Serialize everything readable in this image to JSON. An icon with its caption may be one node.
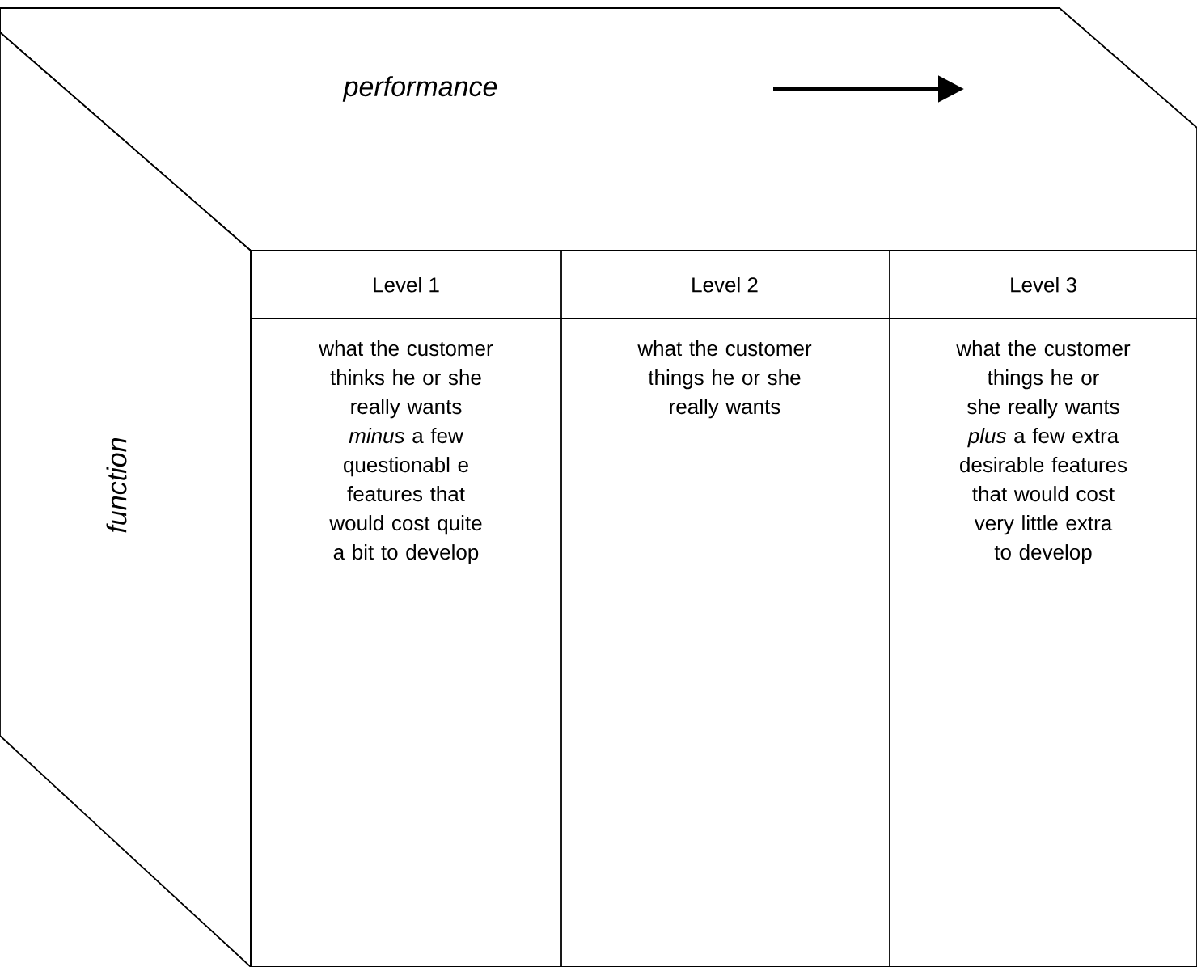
{
  "diagram": {
    "nodes": [
      {
        "text": [
          "performance"
        ]
      },
      {
        "text": [
          "function"
        ]
      }
    ],
    "labels": [
      "Level 1",
      "Level 2",
      "Level 3",
      "what the customer thinks he or she really wants *minus* a few questionabl e features that would cost quite a bit to develop",
      "what the customer things he or she really wants",
      "what the customer things he or she really wants *plus* a few extra desirable features that would cost very little extra to develop"
    ]
  }
}
